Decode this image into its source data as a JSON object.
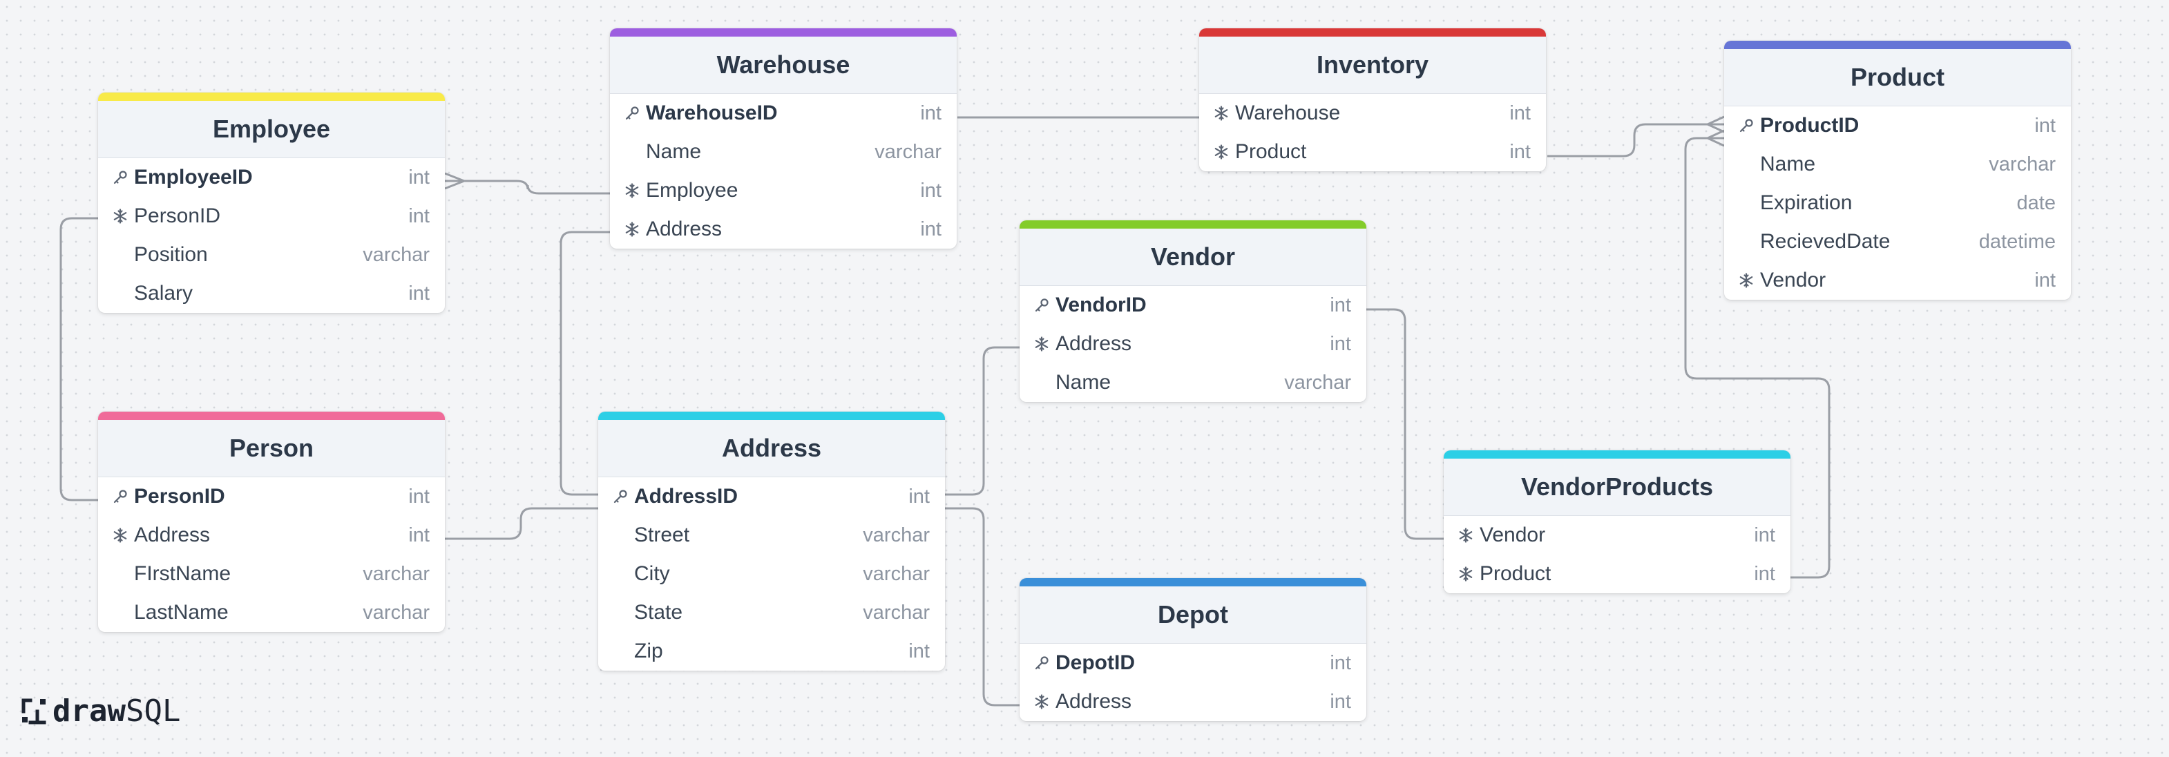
{
  "app": {
    "logo_bold": "draw",
    "logo_light": "SQL"
  },
  "tables": [
    {
      "id": "employee",
      "name": "Employee",
      "color": "#f8ea48",
      "columns": [
        {
          "name": "EmployeeID",
          "type": "int",
          "key": "pk"
        },
        {
          "name": "PersonID",
          "type": "int",
          "key": "fk"
        },
        {
          "name": "Position",
          "type": "varchar",
          "key": ""
        },
        {
          "name": "Salary",
          "type": "int",
          "key": ""
        }
      ]
    },
    {
      "id": "warehouse",
      "name": "Warehouse",
      "color": "#9d5ee0",
      "columns": [
        {
          "name": "WarehouseID",
          "type": "int",
          "key": "pk"
        },
        {
          "name": "Name",
          "type": "varchar",
          "key": ""
        },
        {
          "name": "Employee",
          "type": "int",
          "key": "fk"
        },
        {
          "name": "Address",
          "type": "int",
          "key": "fk"
        }
      ]
    },
    {
      "id": "inventory",
      "name": "Inventory",
      "color": "#d93838",
      "columns": [
        {
          "name": "Warehouse",
          "type": "int",
          "key": "fk"
        },
        {
          "name": "Product",
          "type": "int",
          "key": "fk"
        }
      ]
    },
    {
      "id": "product",
      "name": "Product",
      "color": "#6675d6",
      "columns": [
        {
          "name": "ProductID",
          "type": "int",
          "key": "pk"
        },
        {
          "name": "Name",
          "type": "varchar",
          "key": ""
        },
        {
          "name": "Expiration",
          "type": "date",
          "key": ""
        },
        {
          "name": "RecievedDate",
          "type": "datetime",
          "key": ""
        },
        {
          "name": "Vendor",
          "type": "int",
          "key": "fk"
        }
      ]
    },
    {
      "id": "vendor",
      "name": "Vendor",
      "color": "#83cc2a",
      "columns": [
        {
          "name": "VendorID",
          "type": "int",
          "key": "pk"
        },
        {
          "name": "Address",
          "type": "int",
          "key": "fk"
        },
        {
          "name": "Name",
          "type": "varchar",
          "key": ""
        }
      ]
    },
    {
      "id": "person",
      "name": "Person",
      "color": "#f06b99",
      "columns": [
        {
          "name": "PersonID",
          "type": "int",
          "key": "pk"
        },
        {
          "name": "Address",
          "type": "int",
          "key": "fk"
        },
        {
          "name": "FIrstName",
          "type": "varchar",
          "key": ""
        },
        {
          "name": "LastName",
          "type": "varchar",
          "key": ""
        }
      ]
    },
    {
      "id": "address",
      "name": "Address",
      "color": "#2ccfe6",
      "columns": [
        {
          "name": "AddressID",
          "type": "int",
          "key": "pk"
        },
        {
          "name": "Street",
          "type": "varchar",
          "key": ""
        },
        {
          "name": "City",
          "type": "varchar",
          "key": ""
        },
        {
          "name": "State",
          "type": "varchar",
          "key": ""
        },
        {
          "name": "Zip",
          "type": "int",
          "key": ""
        }
      ]
    },
    {
      "id": "vendorproducts",
      "name": "VendorProducts",
      "color": "#2ccfe6",
      "columns": [
        {
          "name": "Vendor",
          "type": "int",
          "key": "fk"
        },
        {
          "name": "Product",
          "type": "int",
          "key": "fk"
        }
      ]
    },
    {
      "id": "depot",
      "name": "Depot",
      "color": "#3a8fd9",
      "columns": [
        {
          "name": "DepotID",
          "type": "int",
          "key": "pk"
        },
        {
          "name": "Address",
          "type": "int",
          "key": "fk"
        }
      ]
    }
  ],
  "relationships": [
    {
      "from": "employee.PersonID",
      "to": "person.PersonID"
    },
    {
      "from": "warehouse.Employee",
      "to": "employee.EmployeeID",
      "cardinality": "many"
    },
    {
      "from": "warehouse.Address",
      "to": "address.AddressID"
    },
    {
      "from": "inventory.Warehouse",
      "to": "warehouse.WarehouseID"
    },
    {
      "from": "inventory.Product",
      "to": "product.ProductID",
      "cardinality": "many"
    },
    {
      "from": "vendor.Address",
      "to": "address.AddressID"
    },
    {
      "from": "person.Address",
      "to": "address.AddressID"
    },
    {
      "from": "vendorproducts.Vendor",
      "to": "vendor.VendorID"
    },
    {
      "from": "vendorproducts.Product",
      "to": "product.ProductID",
      "cardinality": "many"
    },
    {
      "from": "depot.Address",
      "to": "address.AddressID"
    }
  ]
}
